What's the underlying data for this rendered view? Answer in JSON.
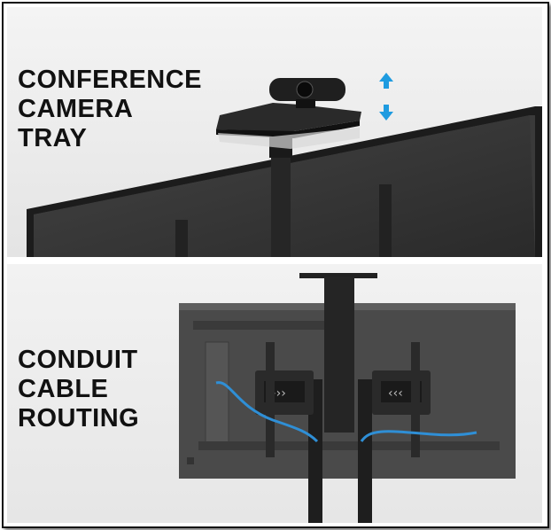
{
  "top_panel": {
    "caption_lines": [
      "CONFERENCE",
      "CAMERA",
      "TRAY"
    ],
    "arrow_color": "#1e9be0"
  },
  "bottom_panel": {
    "caption_lines": [
      "CONDUIT",
      "CABLE",
      "ROUTING"
    ],
    "cable_color": "#2f8fd6"
  }
}
